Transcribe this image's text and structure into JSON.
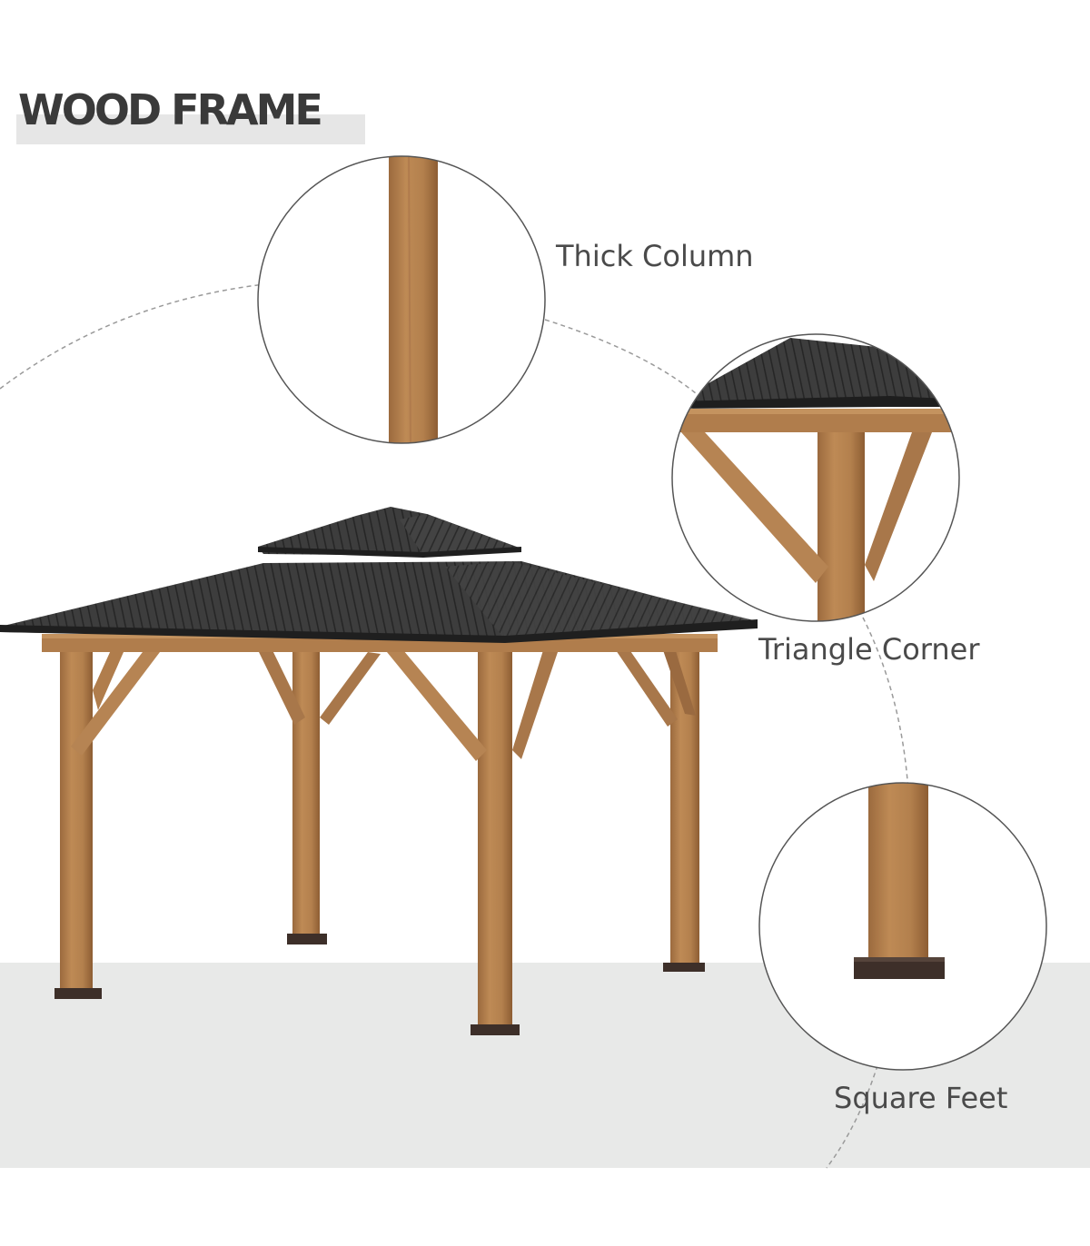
{
  "heading": "WOOD FRAME",
  "callouts": [
    {
      "id": "thick-column",
      "label": "Thick Column"
    },
    {
      "id": "triangle-corner",
      "label": "Triangle Corner"
    },
    {
      "id": "square-feet",
      "label": "Square Feet"
    }
  ],
  "colors": {
    "wood": "#b07d4c",
    "wood_dark": "#8e5e34",
    "roof": "#3b3b3b",
    "feet": "#3d2f29",
    "floor": "#e8e9e8",
    "outline": "#555555"
  }
}
